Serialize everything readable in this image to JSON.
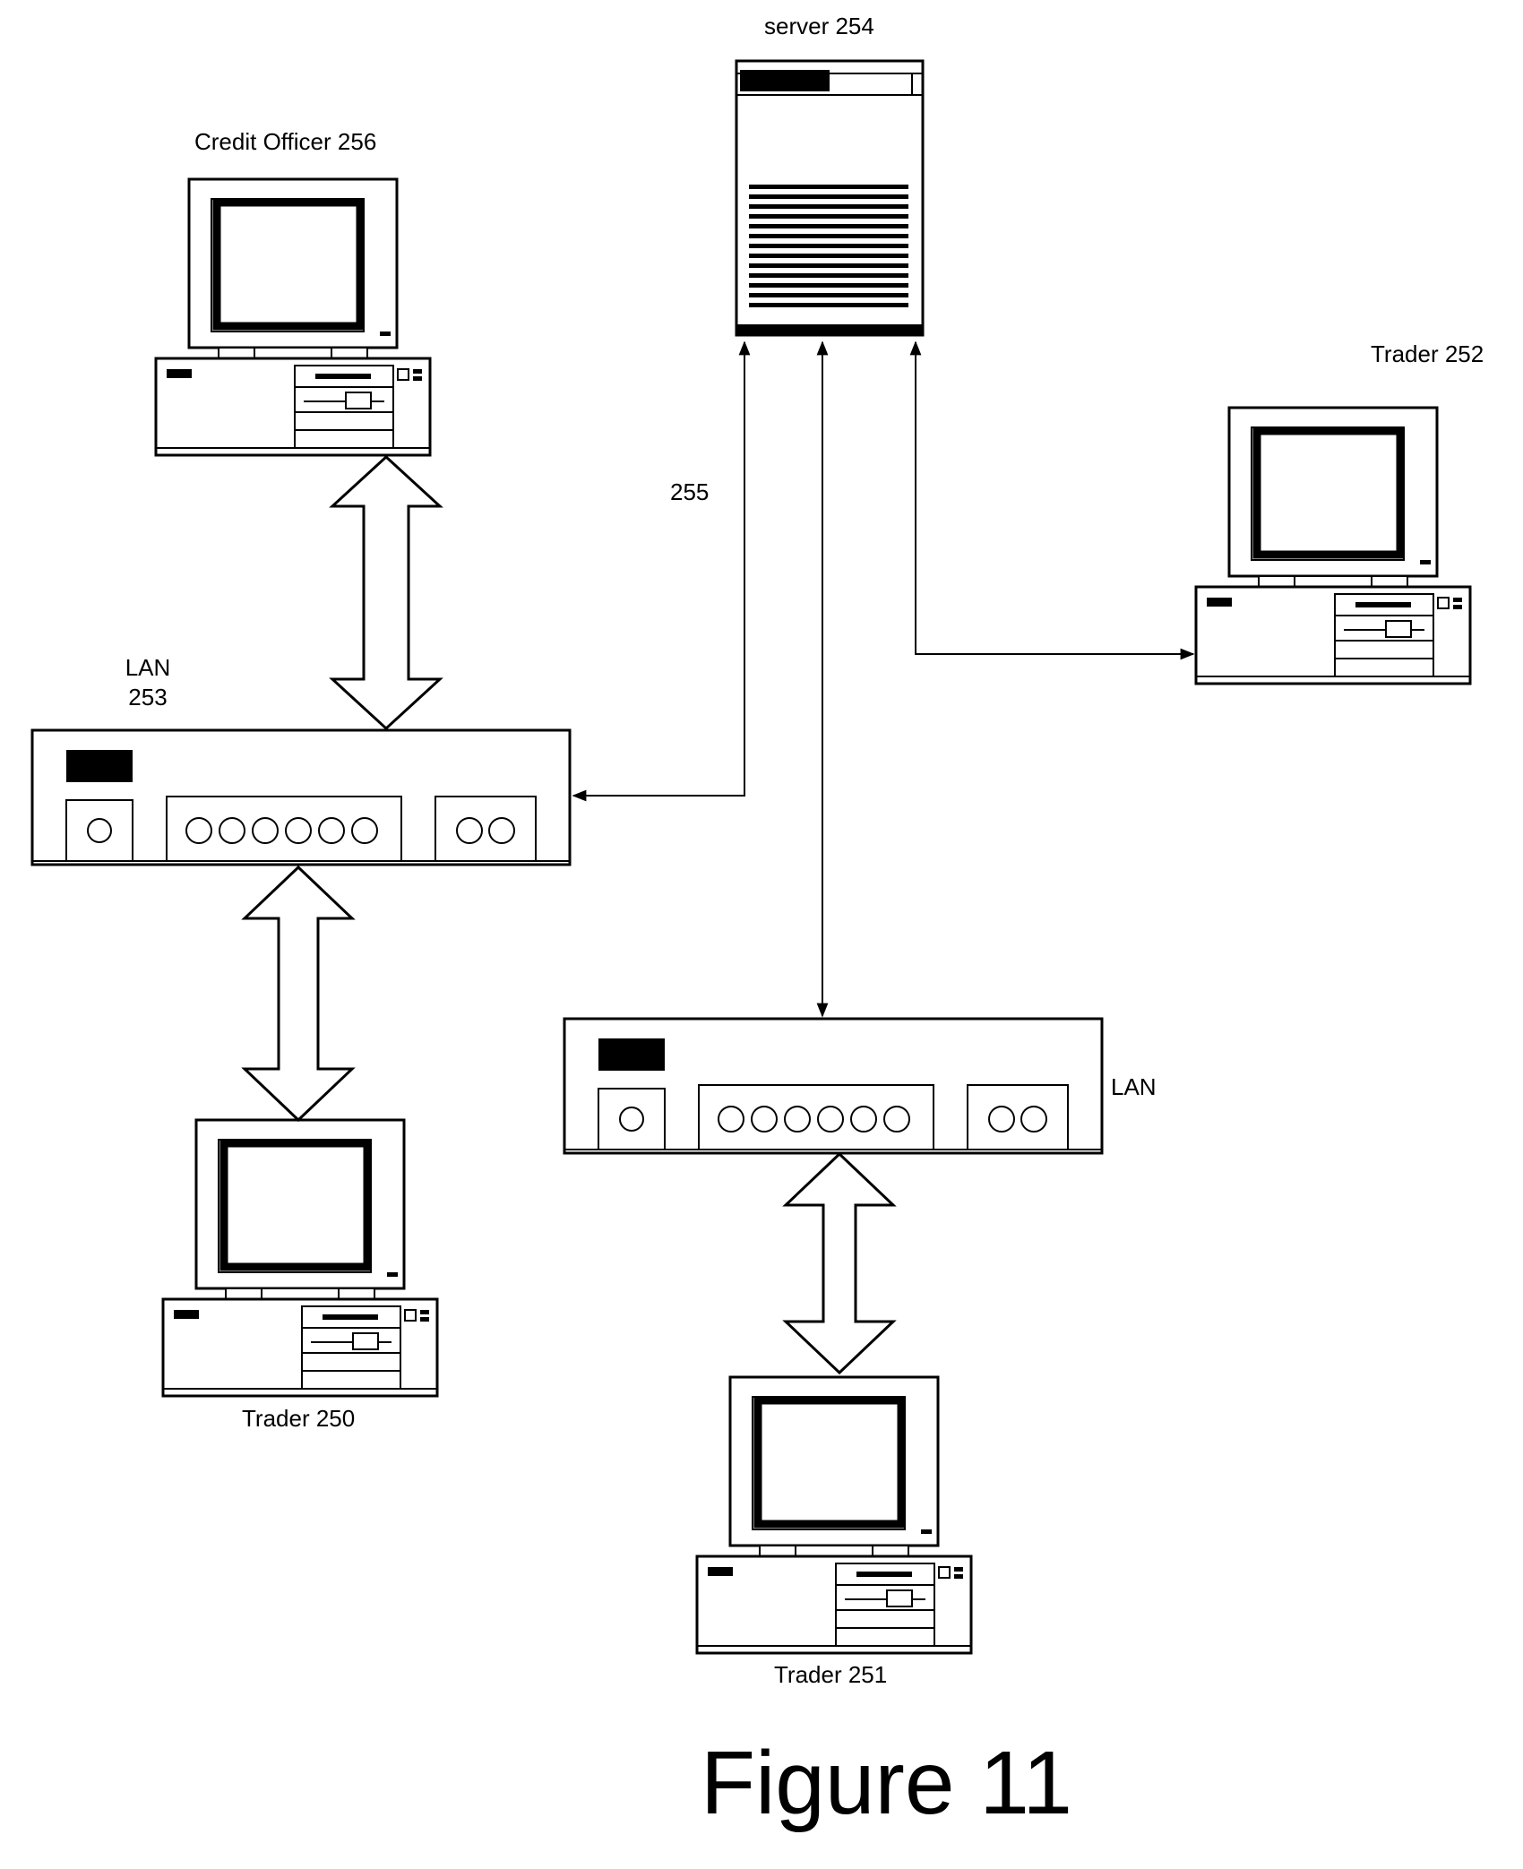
{
  "labels": {
    "server": "server 254",
    "credit_officer": "Credit Officer 256",
    "trader_252": "Trader 252",
    "link_255": "255",
    "lan_253_line1": "LAN",
    "lan_253_line2": "253",
    "lan_right": "LAN",
    "trader_250": "Trader 250",
    "trader_251": "Trader 251",
    "figure": "Figure 11"
  }
}
